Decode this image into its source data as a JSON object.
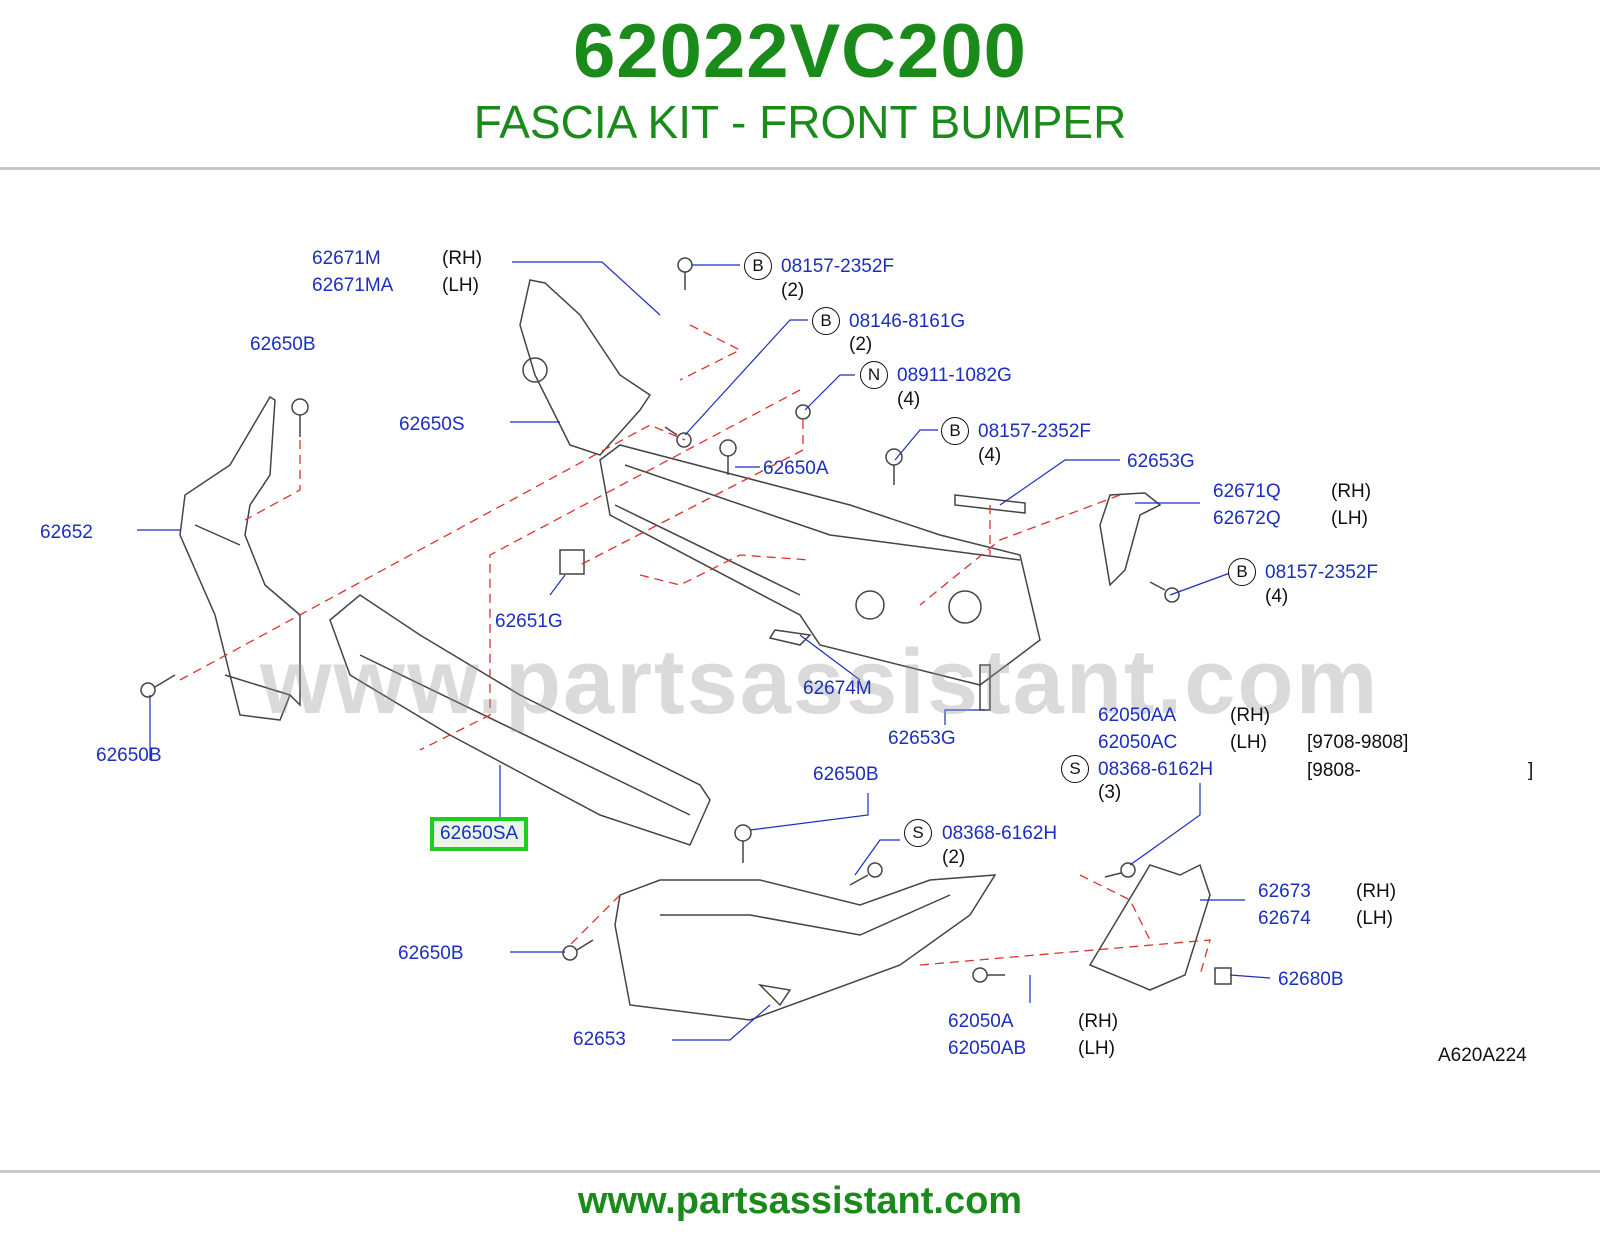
{
  "header": {
    "part_number": "62022VC200",
    "title": "FASCIA KIT - FRONT BUMPER"
  },
  "watermark": "www.partsassistant.com",
  "footer": {
    "url": "www.partsassistant.com"
  },
  "diagram_code": "A620A224",
  "highlighted_part": "62650SA",
  "labels": {
    "p62671M": "62671M",
    "p62671MA": "62671MA",
    "rh1": "(RH)",
    "lh1": "(LH)",
    "p62650B_1": "62650B",
    "p62650S": "62650S",
    "p62652": "62652",
    "p62650B_2": "62650B",
    "p62651G": "62651G",
    "p62650A": "62650A",
    "p62674M": "62674M",
    "p62653G_1": "62653G",
    "p62653G_2": "62653G",
    "p62671Q": "62671Q",
    "p62672Q": "62672Q",
    "rh2": "(RH)",
    "lh2": "(LH)",
    "p62050AA": "62050AA",
    "p62050AC": "62050AC",
    "rh3": "(RH)",
    "lh3": "(LH)",
    "range1": "[9708-9808]",
    "range2": "[9808-",
    "range2_end": "]",
    "p62650B_3": "62650B",
    "p62650B_4": "62650B",
    "p62653": "62653",
    "p62673": "62673",
    "p62674": "62674",
    "rh4": "(RH)",
    "lh4": "(LH)",
    "p62680B": "62680B",
    "p62050A": "62050A",
    "p62050AB": "62050AB",
    "rh5": "(RH)",
    "lh5": "(LH)"
  },
  "callouts": [
    {
      "letter": "B",
      "part": "08157-2352F",
      "qty": "(2)"
    },
    {
      "letter": "B",
      "part": "08146-8161G",
      "qty": "(2)"
    },
    {
      "letter": "N",
      "part": "08911-1082G",
      "qty": "(4)"
    },
    {
      "letter": "B",
      "part": "08157-2352F",
      "qty": "(4)"
    },
    {
      "letter": "B",
      "part": "08157-2352F",
      "qty": "(4)"
    },
    {
      "letter": "S",
      "part": "08368-6162H",
      "qty": "(3)"
    },
    {
      "letter": "S",
      "part": "08368-6162H",
      "qty": "(2)"
    }
  ],
  "colors": {
    "brand_green": "#1a8a1a",
    "label_blue": "#1a2fbf",
    "highlight": "#1fcc1f",
    "dashed": "#e03030"
  }
}
